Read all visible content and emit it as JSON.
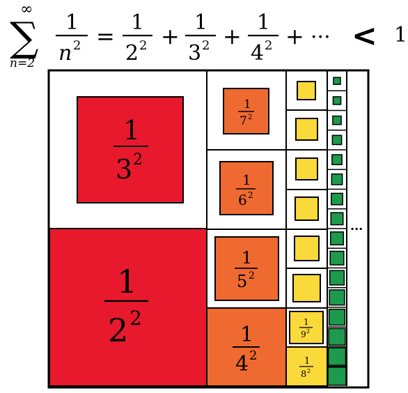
{
  "formula": {
    "sigma": "∑",
    "upper_limit": "∞",
    "lower_limit": "n=2",
    "general_term": {
      "num": "1",
      "base": "n",
      "exp": "2"
    },
    "equals": "=",
    "terms": [
      {
        "num": "1",
        "base": "2",
        "exp": "2"
      },
      {
        "num": "1",
        "base": "3",
        "exp": "2"
      },
      {
        "num": "1",
        "base": "4",
        "exp": "2"
      }
    ],
    "plus": "+",
    "ellipsis": "···",
    "less_than": "<",
    "bound": "1"
  },
  "diagram": {
    "labels": [
      {
        "id": "half-2",
        "num": "1",
        "base": "2",
        "exp": "2"
      },
      {
        "id": "half-3",
        "num": "1",
        "base": "3",
        "exp": "2"
      },
      {
        "id": "q-4",
        "num": "1",
        "base": "4",
        "exp": "2"
      },
      {
        "id": "q-5",
        "num": "1",
        "base": "5",
        "exp": "2"
      },
      {
        "id": "q-6",
        "num": "1",
        "base": "6",
        "exp": "2"
      },
      {
        "id": "q-7",
        "num": "1",
        "base": "7",
        "exp": "2"
      },
      {
        "id": "e-8",
        "num": "1",
        "base": "8",
        "exp": "2"
      },
      {
        "id": "e-9",
        "num": "1",
        "base": "9",
        "exp": "2"
      }
    ],
    "continuation": "...",
    "colors": {
      "red": "#e8192c",
      "orange": "#ef6a30",
      "yellow": "#fad93b",
      "green": "#1d9a4c",
      "outline": "#000000",
      "background": "#ffffff"
    }
  }
}
